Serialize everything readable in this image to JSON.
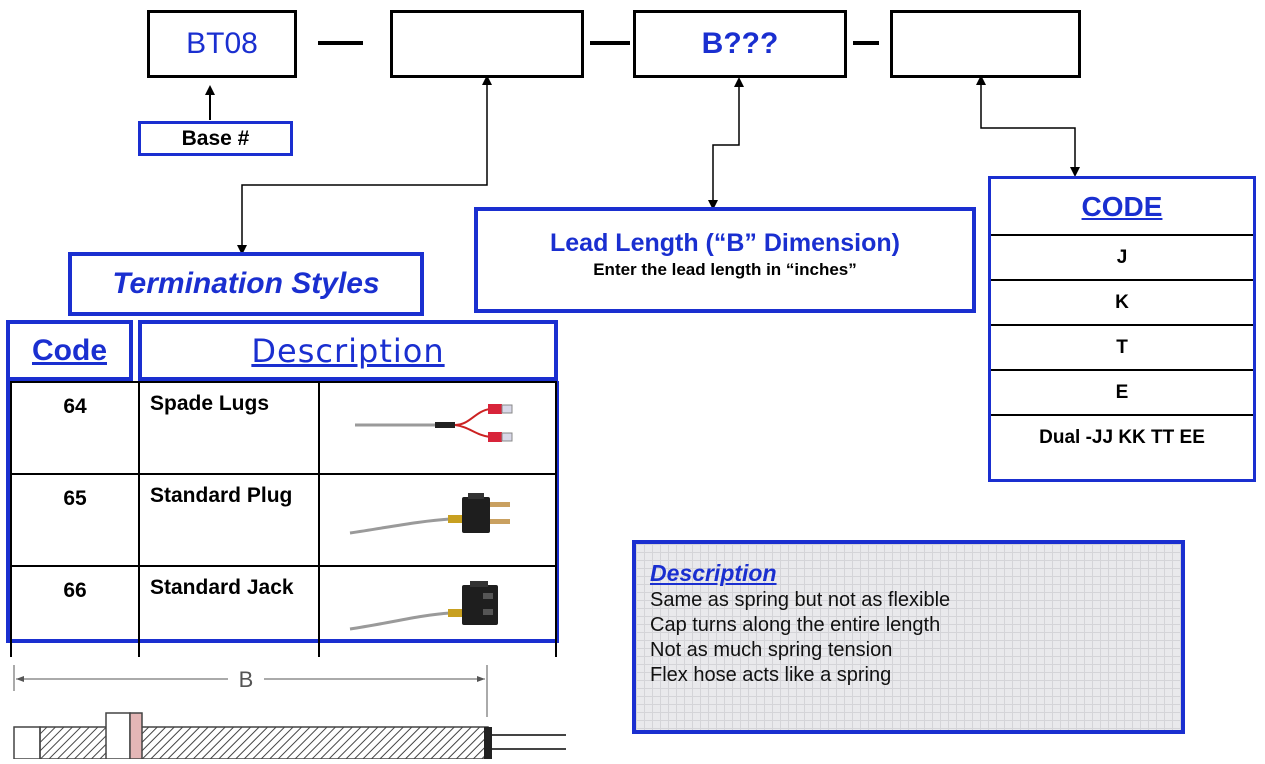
{
  "part_number": {
    "segment1": "BT08",
    "segment2": "",
    "segment3": "B???",
    "segment4": ""
  },
  "base_label": "Base #",
  "termination": {
    "title": "Termination Styles",
    "code_header": "Code",
    "description_header": "Description",
    "rows": [
      {
        "code": "64",
        "description": "Spade Lugs",
        "image": "spade-lugs-photo"
      },
      {
        "code": "65",
        "description": "Standard Plug",
        "image": "standard-plug-photo"
      },
      {
        "code": "66",
        "description": "Standard Jack",
        "image": "standard-jack-photo"
      }
    ]
  },
  "lead_length": {
    "title": "Lead Length (“B” Dimension)",
    "subtitle": "Enter the lead length in “inches”"
  },
  "code_table": {
    "header": "CODE",
    "rows": [
      "J",
      "K",
      "T",
      "E",
      "Dual -JJ KK TT EE"
    ]
  },
  "description_box": {
    "title": "Description",
    "lines": [
      "Same as spring but not as flexible",
      "Cap turns along the entire length",
      "Not as much spring tension",
      "Flex hose acts like a spring"
    ]
  },
  "drawing": {
    "dimension_label": "B"
  },
  "colors": {
    "blue_border": "#1a2fd0",
    "blue_text": "#1a2fd0",
    "black": "#000000"
  }
}
